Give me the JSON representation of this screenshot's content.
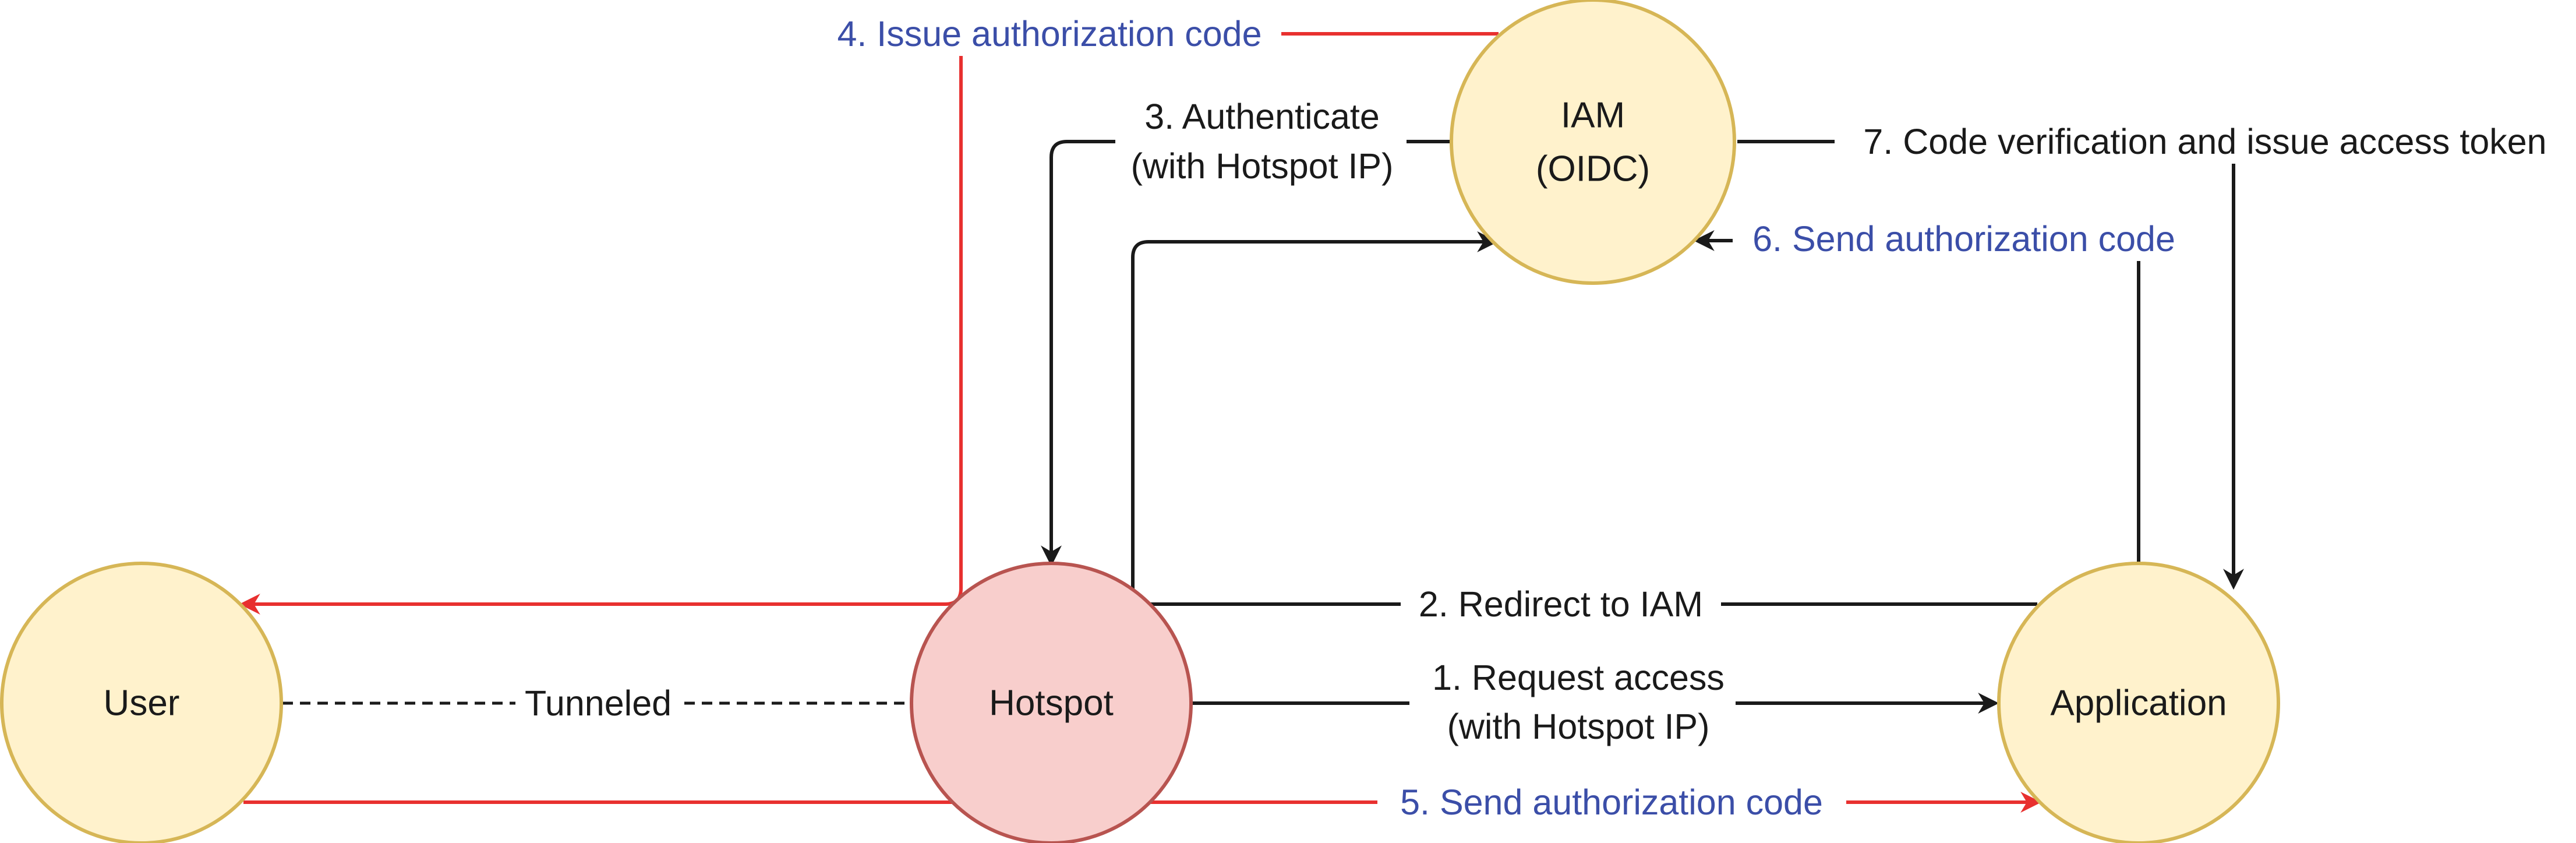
{
  "nodes": {
    "iam": {
      "line1": "IAM",
      "line2": "(OIDC)"
    },
    "user": {
      "label": "User"
    },
    "hotspot": {
      "label": "Hotspot"
    },
    "application": {
      "label": "Application"
    }
  },
  "edges": {
    "request_access": {
      "line1": "1. Request access",
      "line2": "(with Hotspot IP)"
    },
    "redirect": {
      "label": "2. Redirect to IAM"
    },
    "authenticate": {
      "line1": "3. Authenticate",
      "line2": "(with Hotspot IP)"
    },
    "issue_code": {
      "label": "4. Issue authorization code"
    },
    "send_code_5": {
      "label": "5. Send authorization code"
    },
    "send_code_6": {
      "label": "6. Send authorization code"
    },
    "verify": {
      "label": "7. Code verification and issue access token"
    },
    "tunneled": {
      "label": "Tunneled"
    }
  },
  "colors": {
    "node_yellow_fill": "#fff2cc",
    "node_yellow_stroke": "#d6b656",
    "node_red_fill": "#f8cecc",
    "node_red_stroke": "#b85450",
    "edge_black": "#1a1a1a",
    "edge_red": "#e8302f",
    "text_blue": "#3b4ea8",
    "text_black": "#1a1a1a"
  }
}
